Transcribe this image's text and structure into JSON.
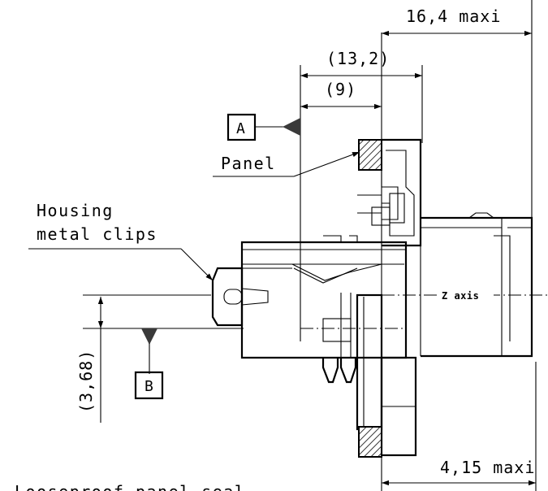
{
  "drawing": {
    "dimensions": {
      "overall_length": "16,4 maxi",
      "panel_to_rear": "(13,2)",
      "panel_thickness": "(9)",
      "axis_offset": "(3,68)",
      "front_length": "4,15 maxi"
    },
    "datums": {
      "a": "A",
      "b": "B"
    },
    "callouts": {
      "panel": "Panel",
      "housing_line1": "Housing",
      "housing_line2": "metal clips",
      "seal": "Looseproof panel seal"
    },
    "axis_label": "Z axis"
  }
}
